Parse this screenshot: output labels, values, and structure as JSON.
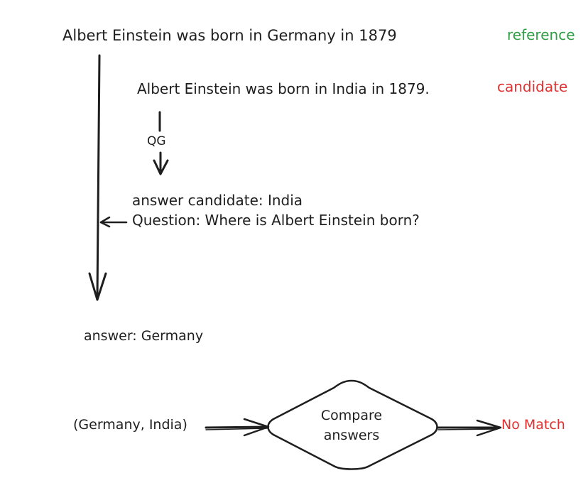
{
  "reference_sentence": "Albert Einstein was born in Germany in 1879",
  "reference_tag": "reference",
  "candidate_sentence": "Albert Einstein was born in India in 1879.",
  "candidate_tag": "candidate",
  "qg_label": "QG",
  "answer_candidate": "answer candidate: India",
  "question": "Question: Where is Albert Einstein born?",
  "answer": "answer: Germany",
  "pair": "(Germany, India)",
  "compare_line1": "Compare",
  "compare_line2": "answers",
  "result": "No Match",
  "colors": {
    "reference": "#2f9e44",
    "candidate": "#e03131",
    "result": "#e03131",
    "stroke": "#1e1e1e"
  }
}
